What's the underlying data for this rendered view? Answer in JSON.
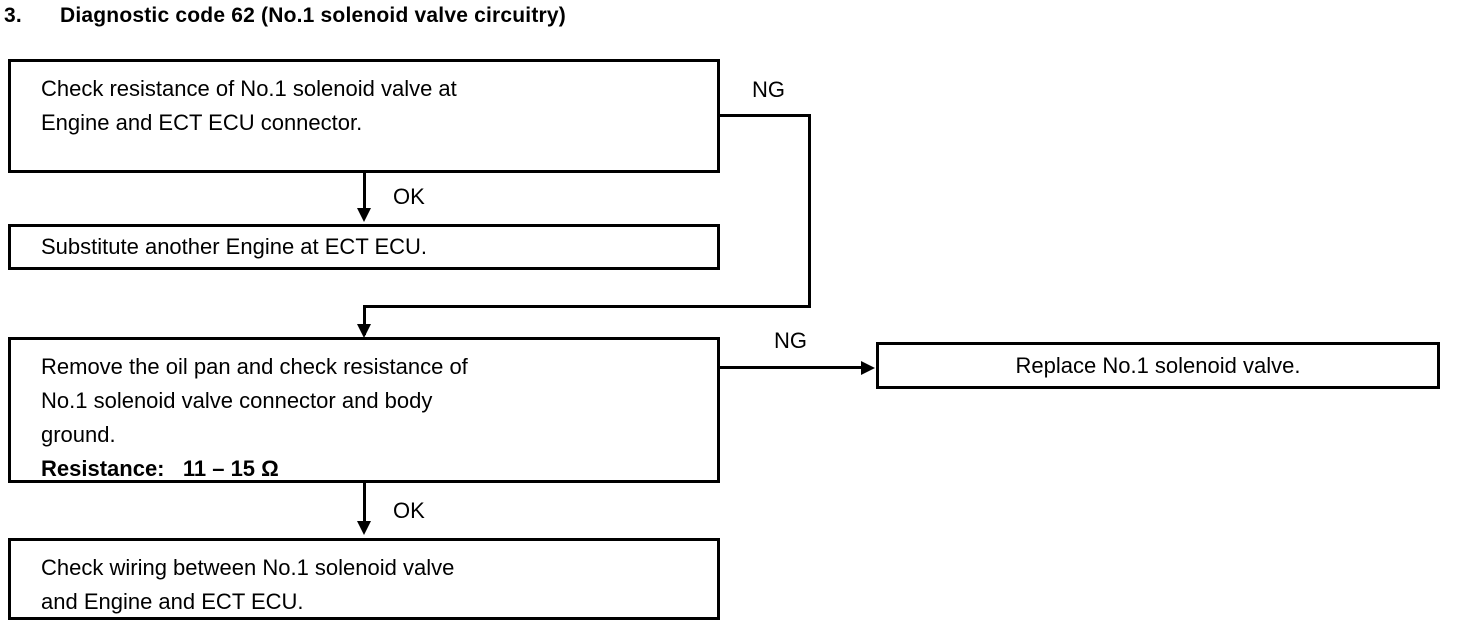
{
  "heading": {
    "number": "3.",
    "title": "Diagnostic code 62 (No.1 solenoid valve circuitry)"
  },
  "flowchart": {
    "type": "diagnostic-flowchart",
    "nodes": [
      {
        "id": "check-resistance-ecu",
        "lines": [
          "Check resistance of No.1 solenoid valve at",
          "Engine and ECT ECU connector."
        ]
      },
      {
        "id": "substitute-ecu",
        "lines": [
          "Substitute another Engine at ECT ECU."
        ]
      },
      {
        "id": "remove-oil-pan",
        "lines": [
          "Remove the oil pan and check resistance of",
          "No.1 solenoid valve connector and body",
          "ground."
        ],
        "spec_label": "Resistance:",
        "spec_value": "11 – 15 Ω"
      },
      {
        "id": "check-wiring",
        "lines": [
          "Check wiring between No.1 solenoid valve",
          "and Engine and ECT ECU."
        ]
      },
      {
        "id": "replace-solenoid",
        "lines": [
          "Replace No.1 solenoid valve."
        ]
      }
    ],
    "edges": [
      {
        "id": "edge-ok-1",
        "label": "OK",
        "from": "check-resistance-ecu",
        "to": "substitute-ecu"
      },
      {
        "id": "edge-ng-1",
        "label": "NG",
        "from": "check-resistance-ecu",
        "to": "remove-oil-pan"
      },
      {
        "id": "edge-ng-2",
        "label": "NG",
        "from": "remove-oil-pan",
        "to": "replace-solenoid"
      },
      {
        "id": "edge-ok-2",
        "label": "OK",
        "from": "remove-oil-pan",
        "to": "check-wiring"
      }
    ]
  },
  "colors": {
    "ink": "#000000",
    "page": "#ffffff"
  }
}
